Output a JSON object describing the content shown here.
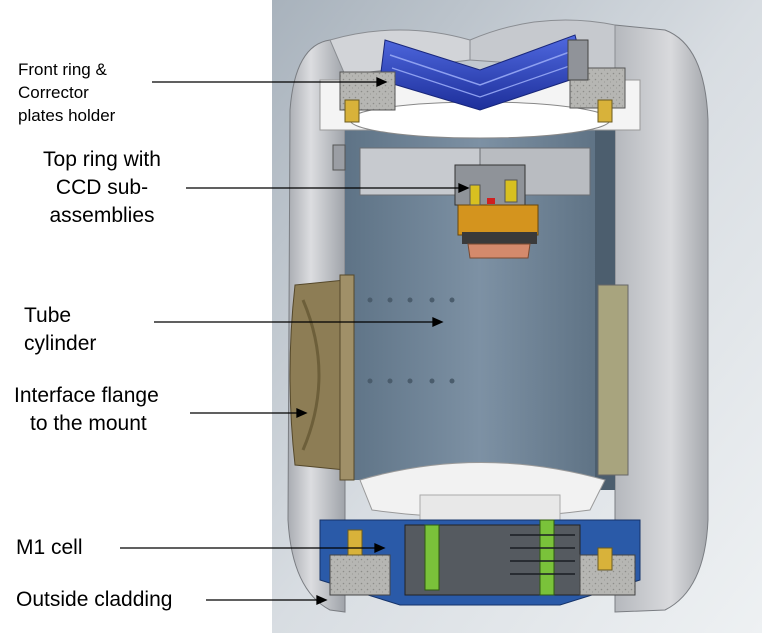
{
  "labels": {
    "front_ring": [
      "Front ring &",
      "Corrector",
      "plates holder"
    ],
    "top_ring": [
      "Top ring with",
      "CCD sub-",
      "assemblies"
    ],
    "tube": [
      "Tube",
      "cylinder"
    ],
    "flange": [
      "Interface flange",
      "to the mount"
    ],
    "m1_cell": "M1 cell",
    "cladding": "Outside cladding"
  },
  "colors": {
    "background_panel": "#d7dde2",
    "cladding": "#c9cbcf",
    "tube_interior": "#6d8195",
    "corrector": "#2e47c8",
    "flange": "#8a7a52",
    "m1_cell": "#2a5aa8",
    "mirror": "#f2f2f2",
    "concrete": "#b0b0ae"
  }
}
